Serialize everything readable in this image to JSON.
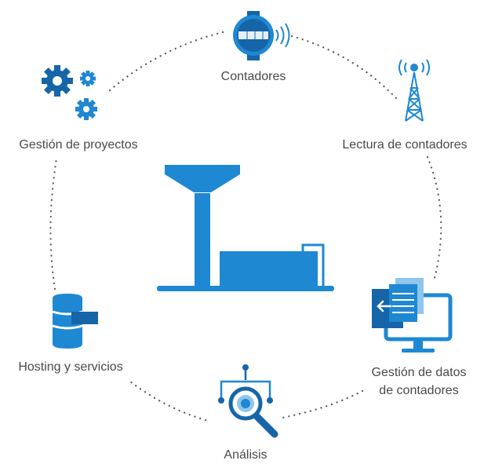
{
  "nodes": {
    "contadores": {
      "label": "Contadores",
      "icon": "water-meter-icon"
    },
    "lectura": {
      "label": "Lectura de contadores",
      "icon": "radio-tower-icon"
    },
    "gestion_datos": {
      "label_line1": "Gestión de datos",
      "label_line2": "de contadores",
      "icon": "monitor-data-icon"
    },
    "analisis": {
      "label": "Análisis",
      "icon": "magnifier-analysis-icon"
    },
    "hosting": {
      "label": "Hosting y servicios",
      "icon": "database-server-icon"
    },
    "proyectos": {
      "label": "Gestión de proyectos",
      "icon": "gears-icon"
    },
    "center": {
      "icon": "water-plant-icon"
    }
  },
  "colors": {
    "primary": "#1e88d3",
    "dark": "#1565a8",
    "light": "#8fc6ec",
    "dots": "#555555",
    "text": "#4a4a4a"
  }
}
